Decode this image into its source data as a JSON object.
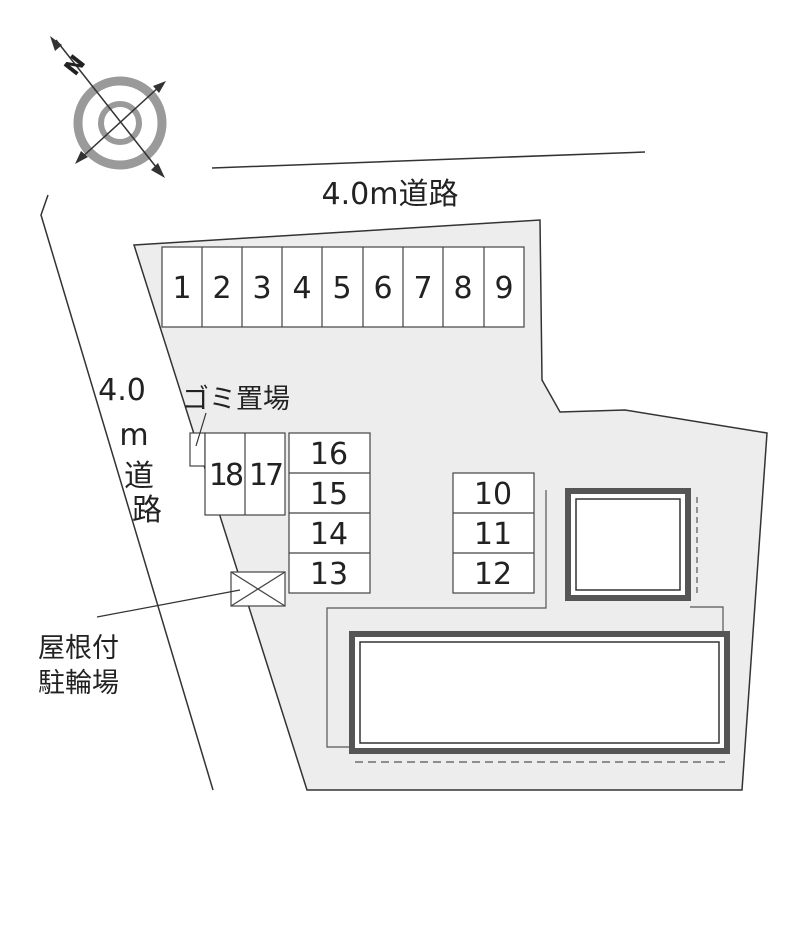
{
  "compass": {
    "letter": "N",
    "icon": "compass-rose-icon"
  },
  "roads": {
    "top": "4.0m道路",
    "left": [
      "4.0",
      "m",
      "道",
      "路"
    ]
  },
  "labels": {
    "garbage": "ゴミ置場",
    "bike_parking": [
      "屋根付",
      "駐輪場"
    ]
  },
  "parking": {
    "top_row": [
      "1",
      "2",
      "3",
      "4",
      "5",
      "6",
      "7",
      "8",
      "9"
    ],
    "left_pair": [
      "18",
      "17"
    ],
    "left_column": [
      "16",
      "15",
      "14",
      "13"
    ],
    "right_column": [
      "10",
      "11",
      "12"
    ]
  },
  "colors": {
    "lot": "#ededed",
    "line": "#333333",
    "building": "#555555"
  }
}
